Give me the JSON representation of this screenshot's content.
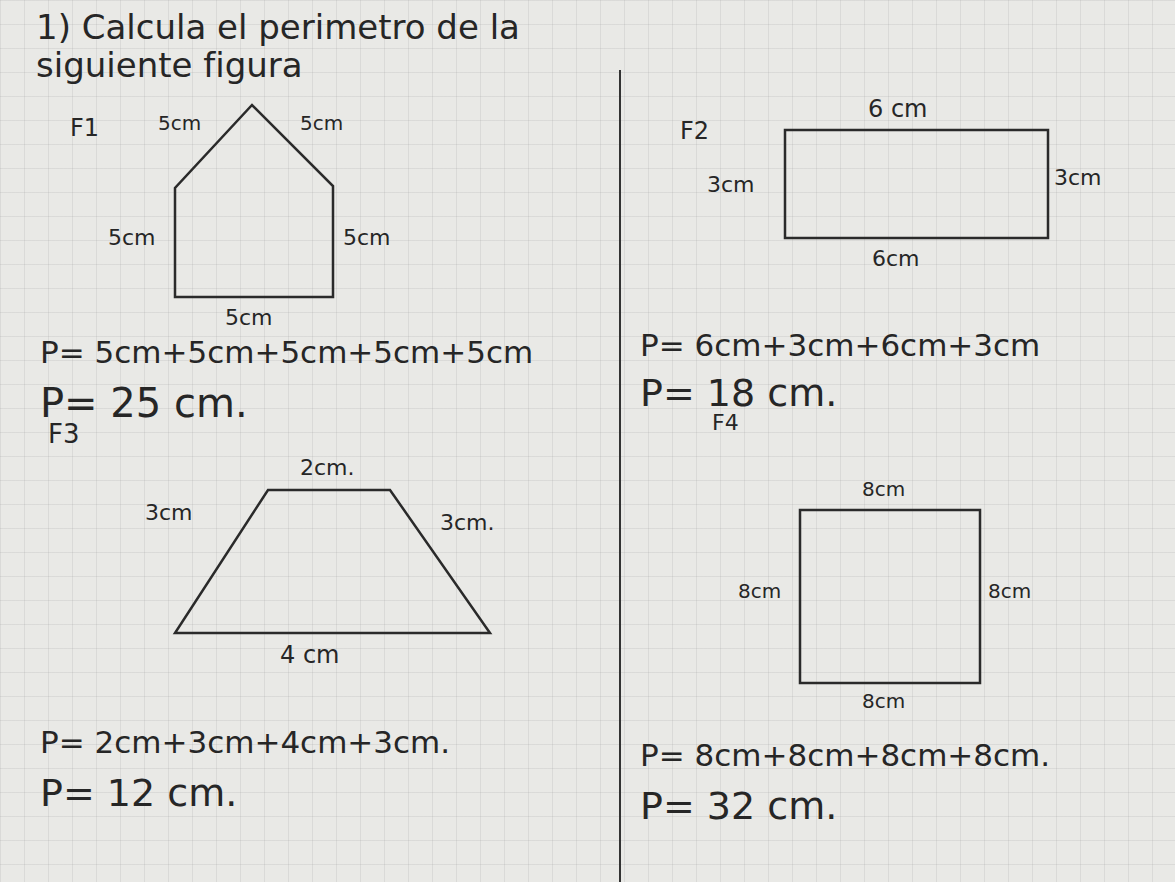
{
  "diagram": {
    "title": "1) Calcula el perimetro de la siguiente figura",
    "labels": [
      "F1",
      "5cm",
      "5cm",
      "5cm",
      "5cm",
      "5cm",
      "P= 5cm+5cm+5cm+5cm+5cm",
      "P= 25 cm.",
      "F2",
      "6 cm",
      "3cm",
      "3cm",
      "6cm",
      "P= 6cm+3cm+6cm+3cm",
      "P= 18 cm.",
      "F3",
      "2cm.",
      "3cm",
      "3cm.",
      "4 cm",
      "P= 2cm+3cm+4cm+3cm.",
      "P= 12 cm.",
      "F4",
      "8cm",
      "8cm",
      "8cm",
      "8cm",
      "P= 8cm+8cm+8cm+8cm.",
      "P= 32 cm."
    ]
  }
}
